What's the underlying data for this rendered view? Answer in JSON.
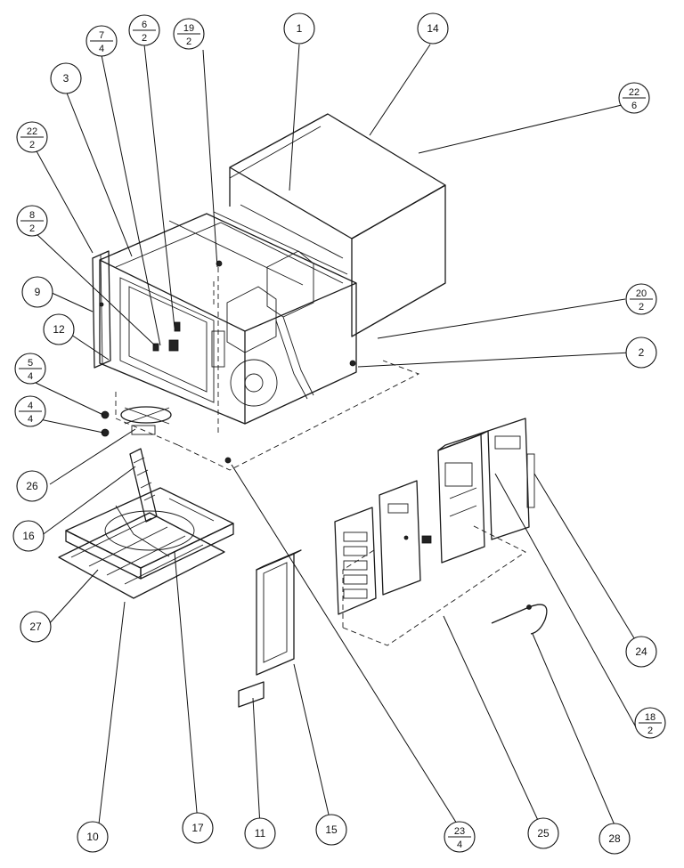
{
  "callouts": [
    {
      "id": "c1",
      "num": "1"
    },
    {
      "id": "c14",
      "num": "14"
    },
    {
      "id": "c22-6",
      "num": "22",
      "den": "6"
    },
    {
      "id": "c19-2",
      "num": "19",
      "den": "2"
    },
    {
      "id": "c6-2",
      "num": "6",
      "den": "2"
    },
    {
      "id": "c7-4",
      "num": "7",
      "den": "4"
    },
    {
      "id": "c3",
      "num": "3"
    },
    {
      "id": "c22-2",
      "num": "22",
      "den": "2"
    },
    {
      "id": "c8-2",
      "num": "8",
      "den": "2"
    },
    {
      "id": "c9",
      "num": "9"
    },
    {
      "id": "c12",
      "num": "12"
    },
    {
      "id": "c5-4",
      "num": "5",
      "den": "4"
    },
    {
      "id": "c4-4",
      "num": "4",
      "den": "4"
    },
    {
      "id": "c26",
      "num": "26"
    },
    {
      "id": "c16",
      "num": "16"
    },
    {
      "id": "c27",
      "num": "27"
    },
    {
      "id": "c20-2",
      "num": "20",
      "den": "2"
    },
    {
      "id": "c2",
      "num": "2"
    },
    {
      "id": "c24",
      "num": "24"
    },
    {
      "id": "c18-2",
      "num": "18",
      "den": "2"
    },
    {
      "id": "c10",
      "num": "10"
    },
    {
      "id": "c17",
      "num": "17"
    },
    {
      "id": "c11",
      "num": "11"
    },
    {
      "id": "c15",
      "num": "15"
    },
    {
      "id": "c23-4",
      "num": "23",
      "den": "4"
    },
    {
      "id": "c25",
      "num": "25"
    },
    {
      "id": "c28",
      "num": "28"
    }
  ]
}
